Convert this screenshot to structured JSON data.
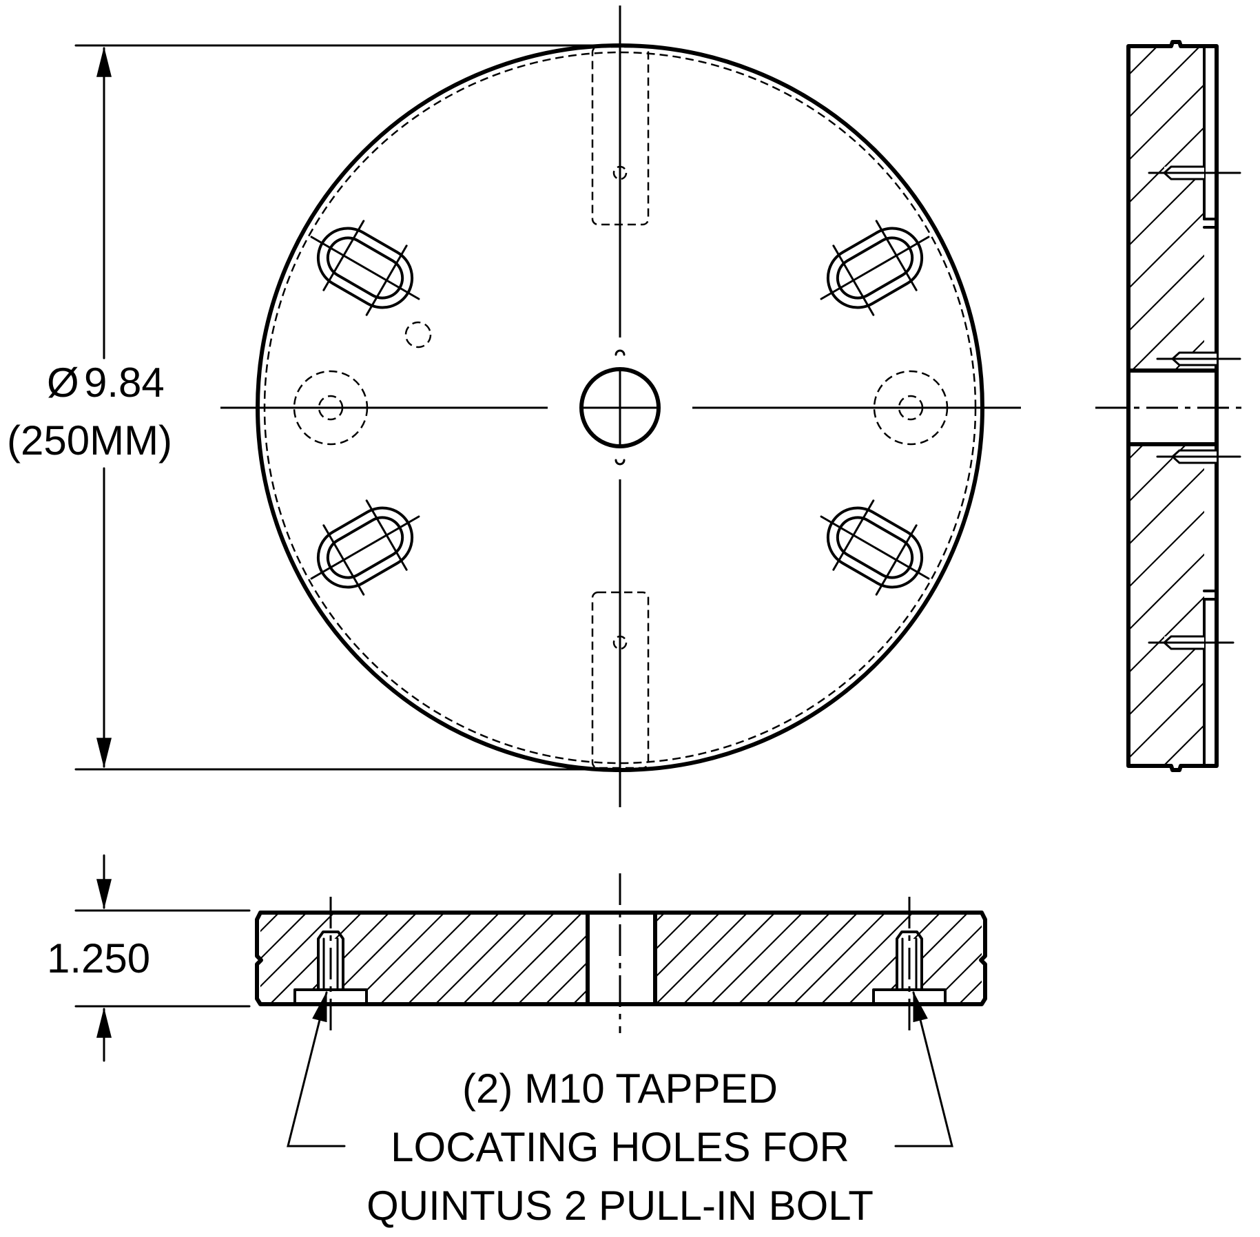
{
  "dimensions": {
    "diameter_symbol": "Ø",
    "diameter_value": "9.84",
    "diameter_metric": "(250MM)",
    "thickness_value": "1.250"
  },
  "note": {
    "line1": "(2) M10 TAPPED",
    "line2": "LOCATING HOLES FOR",
    "line3": "QUINTUS 2 PULL-IN BOLT"
  }
}
